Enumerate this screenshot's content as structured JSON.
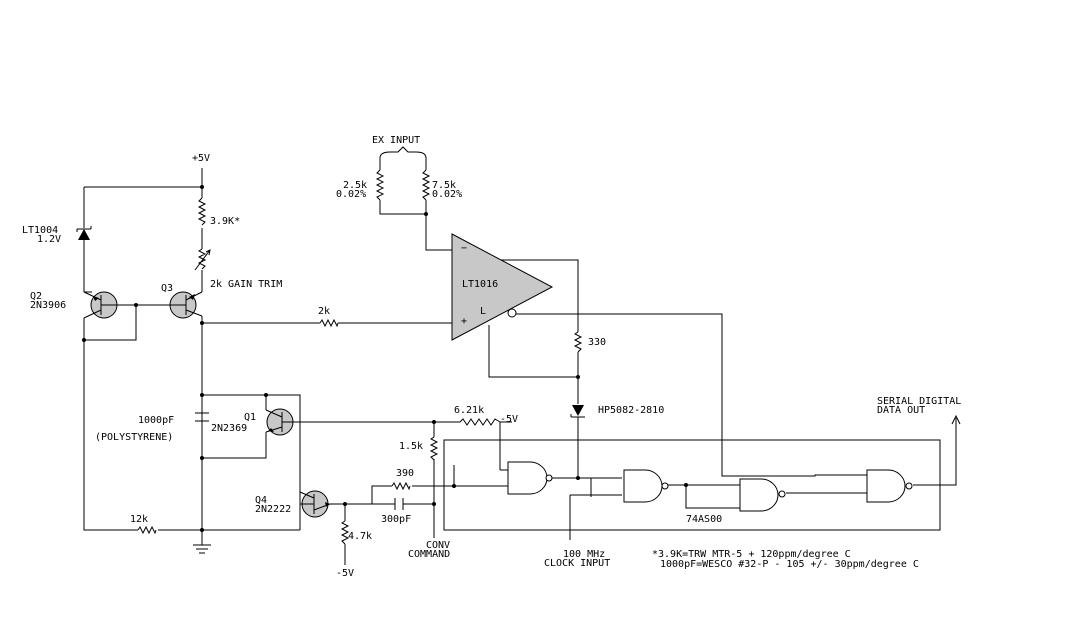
{
  "labels": {
    "plus5v": "+5V",
    "ex_input": "EX INPUT",
    "r_2_5k": "2.5k",
    "r_2_5k_tol": "0.02%",
    "r_7_5k": "7.5k",
    "r_7_5k_tol": "0.02%",
    "lt1004": "LT1004",
    "lt1004_v": "1.2V",
    "r_3_9k": "3.9K*",
    "gain_trim": "2k GAIN TRIM",
    "q2": "Q2",
    "q2_part": "2N3906",
    "q3": "Q3",
    "r_2k": "2k",
    "lt1016": "LT1016",
    "op_minus": "−",
    "op_plus": "+",
    "op_l": "L",
    "r_330": "330",
    "diode": "HP5082-2810",
    "serial_out_1": "SERIAL DIGITAL",
    "serial_out_2": "DATA OUT",
    "c_1000pf": "1000pF",
    "polystyrene": "(POLYSTYRENE)",
    "q1": "Q1",
    "q1_part": "2N2369",
    "r_6_21k": "6.21k",
    "neg5v_right": "-5V",
    "r_1_5k": "1.5k",
    "r_390": "390",
    "q4": "Q4",
    "q4_part": "2N2222",
    "c_300pf": "300pF",
    "r_12k": "12k",
    "r_4_7k": "4.7k",
    "neg5v_bottom": "-5V",
    "conv_1": "CONV",
    "conv_2": "COMMAND",
    "clock_1": "100 MHz",
    "clock_2": "CLOCK INPUT",
    "ic_74as00": "74AS00",
    "note_1": "*3.9K=TRW MTR-5 + 120ppm/degree C",
    "note_2": "1000pF=WESCO #32-P - 105 +/- 30ppm/degree C"
  }
}
